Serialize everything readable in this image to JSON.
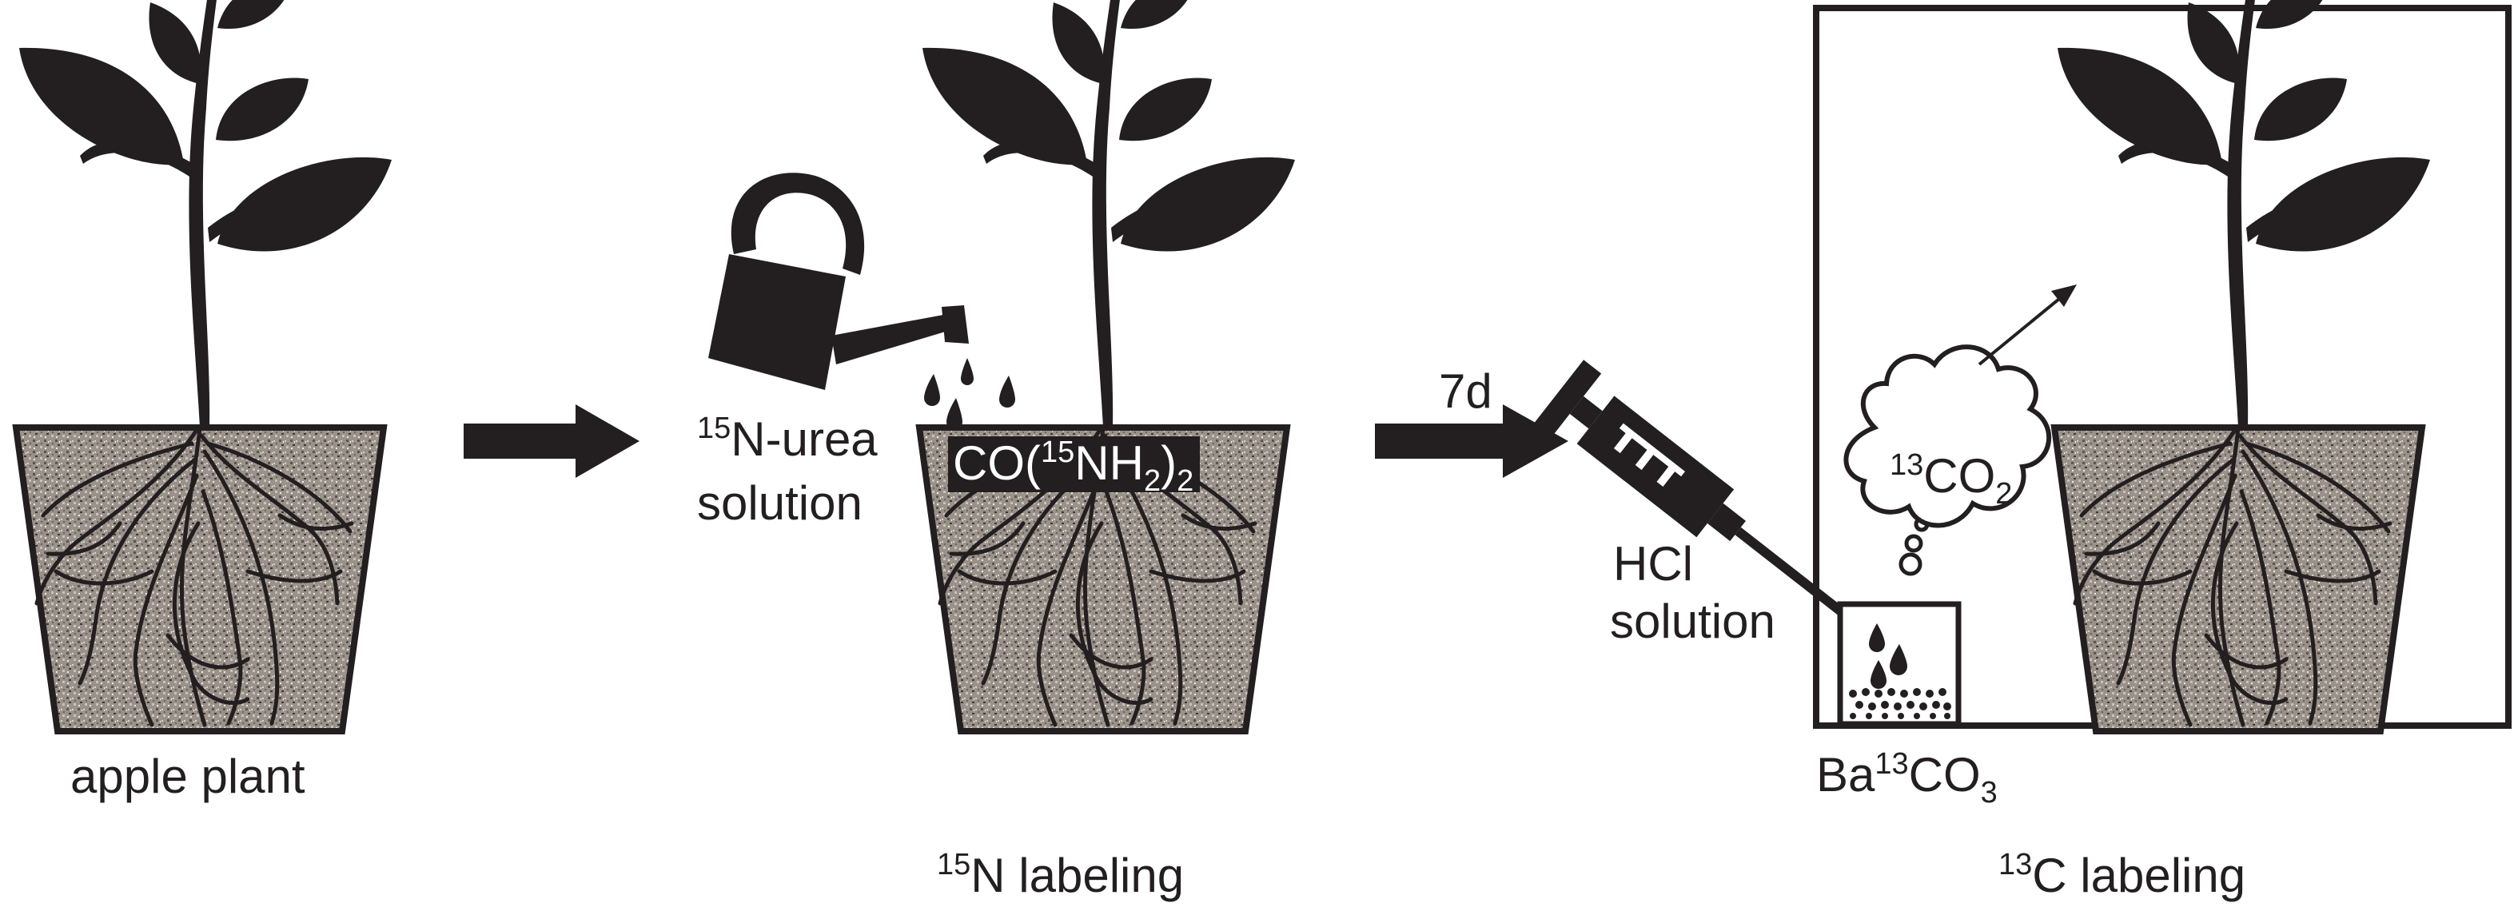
{
  "labels": {
    "apple_plant": "apple plant",
    "urea_sup": "15",
    "urea_rest": "N-urea",
    "urea_line2": "solution",
    "formula_pre": "CO(",
    "formula_sup": "15",
    "formula_mid": "NH",
    "formula_sub1": "2",
    "formula_close": ")",
    "formula_sub2": "2",
    "interval": "7d",
    "hcl_line1": "HCl",
    "hcl_line2": "solution",
    "co2_sup": "13",
    "co2_mid": "CO",
    "co2_sub": "2",
    "ba_pre": "Ba",
    "ba_sup": "13",
    "ba_mid": "CO",
    "ba_sub": "3",
    "n_stage_sup": "15",
    "n_stage_rest": "N labeling",
    "c_stage_sup": "13",
    "c_stage_rest": "C labeling"
  },
  "colors": {
    "ink": "#231f20",
    "soil": "#8f8880",
    "background": "#ffffff"
  },
  "icons": [
    "plant-icon",
    "pot-icon",
    "watering-can-icon",
    "syringe-icon",
    "arrow-icon",
    "cloud-icon",
    "beaker-icon"
  ]
}
